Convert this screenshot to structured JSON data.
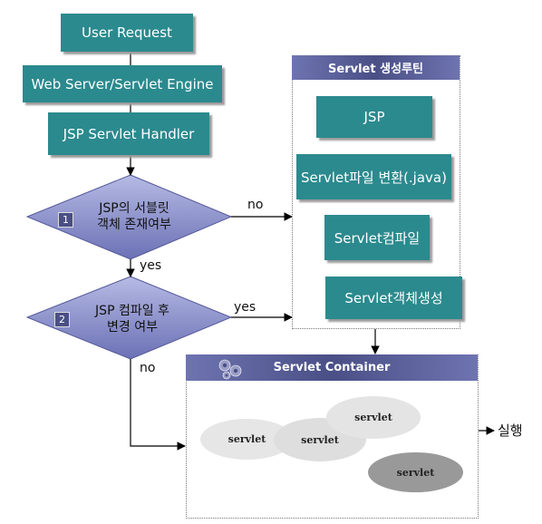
{
  "steps": {
    "user_request": "User Request",
    "web_server": "Web Server/Servlet Engine",
    "jsp_handler": "JSP Servlet Handler"
  },
  "decisions": [
    {
      "number": "1",
      "line1": "JSP의 서블릿",
      "line2": "객체 존재여부",
      "branch_right": "no",
      "branch_down": "yes"
    },
    {
      "number": "2",
      "line1": "JSP 컴파일 후",
      "line2": "변경 여부",
      "branch_right": "yes",
      "branch_down": "no"
    }
  ],
  "routine": {
    "title": "Servlet 생성루틴",
    "steps": [
      "JSP",
      "Servlet파일 변환(.java)",
      "Servlet컴파일",
      "Servlet객체생성"
    ]
  },
  "container": {
    "title": "Servlet Container",
    "servlets": [
      "servlet",
      "servlet",
      "servlet",
      "servlet"
    ],
    "output_label": "실행"
  },
  "colors": {
    "box": "#2b8a8e",
    "header": "#4a4f86",
    "diamond": "#6b71b5"
  }
}
